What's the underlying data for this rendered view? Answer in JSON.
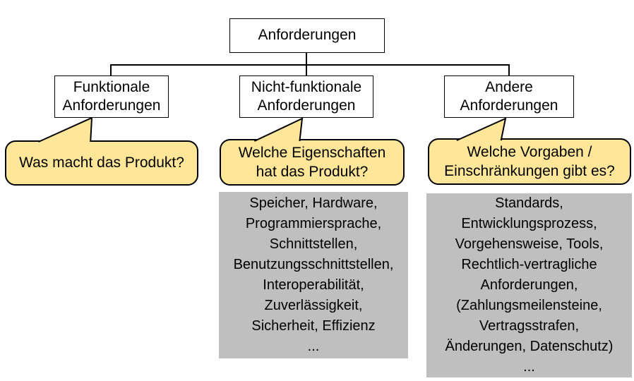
{
  "colors": {
    "background": "#FFFFFF",
    "border": "#000000",
    "callout_fill": "#FFE699",
    "detail_fill": "#BFBFBF"
  },
  "tree": {
    "root": {
      "label": "Anforderungen"
    },
    "children": [
      {
        "id": "funktionale",
        "label": "Funktionale Anforderungen"
      },
      {
        "id": "nicht-funktionale",
        "label": "Nicht-funktionale Anforderungen"
      },
      {
        "id": "andere",
        "label": "Andere Anforderungen"
      }
    ]
  },
  "callouts": [
    {
      "target": "funktionale",
      "lines": [
        "Was macht das Produkt?"
      ]
    },
    {
      "target": "nicht-funktionale",
      "lines": [
        "Welche Eigenschaften",
        "hat das Produkt?"
      ]
    },
    {
      "target": "andere",
      "lines": [
        "Welche Vorgaben /",
        "Einschränkungen gibt es?"
      ]
    }
  ],
  "details": [
    {
      "target": "nicht-funktionale",
      "lines": [
        "Speicher, Hardware,",
        "Programmiersprache,",
        "Schnittstellen,",
        "Benutzungsschnittstellen,",
        "Interoperabilität,",
        "Zuverlässigkeit,",
        "Sicherheit, Effizienz",
        "..."
      ]
    },
    {
      "target": "andere",
      "lines": [
        "Standards,",
        "Entwicklungsprozess,",
        "Vorgehensweise, Tools,",
        "Rechtlich-vertragliche",
        "Anforderungen,",
        "(Zahlungsmeilensteine,",
        "Vertragsstrafen,",
        "Änderungen, Datenschutz)",
        "..."
      ]
    }
  ]
}
